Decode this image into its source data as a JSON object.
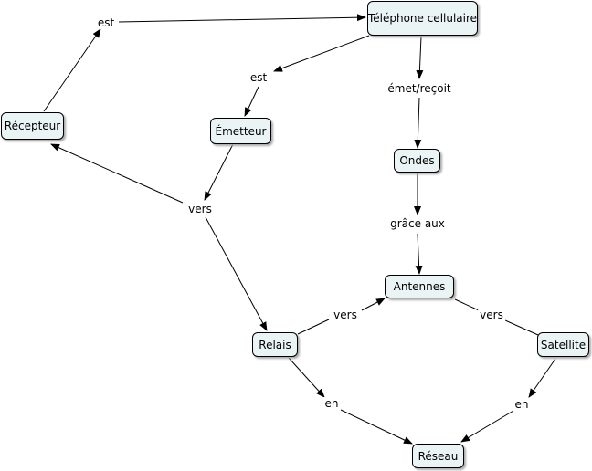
{
  "concepts": {
    "telephone": "Téléphone cellulaire",
    "recepteur": "Récepteur",
    "emetteur": "Émetteur",
    "ondes": "Ondes",
    "antennes": "Antennes",
    "relais": "Relais",
    "satellite": "Satellite",
    "reseau": "Réseau"
  },
  "links": {
    "est_top": "est",
    "est_mid": "est",
    "emet_recoit": "émet/reçoit",
    "vers_left": "vers",
    "grace_aux": "grâce aux",
    "vers_relais": "vers",
    "vers_satellite": "vers",
    "en_relais": "en",
    "en_satellite": "en"
  },
  "colors": {
    "node_fill": "#eaf4f4",
    "stroke": "#000000"
  }
}
